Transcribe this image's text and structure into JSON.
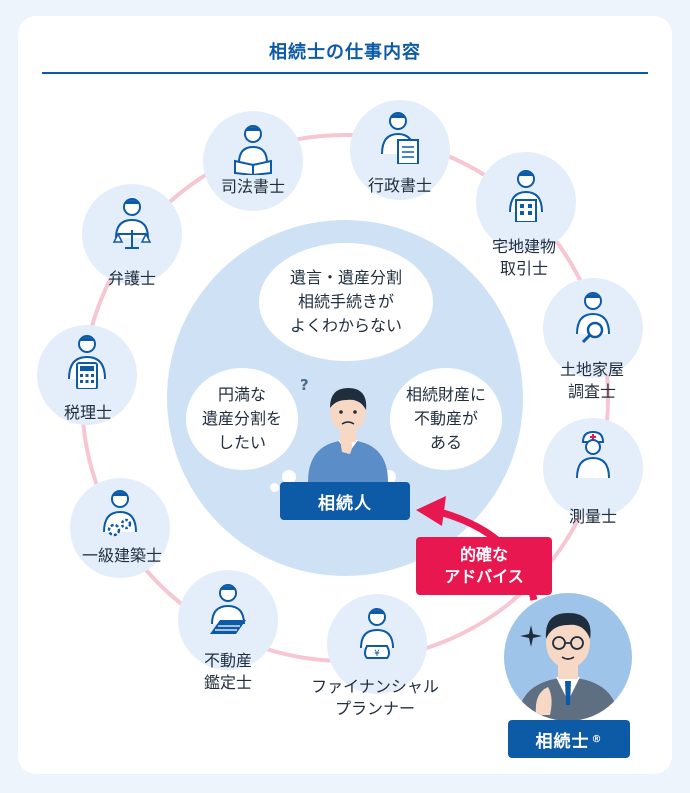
{
  "title": "相続士の仕事内容",
  "center": {
    "heir_label": "相続人",
    "question_mark": "?",
    "bubbles": {
      "top": "遺言・遺産分割\n相続手続きが\nよくわからない",
      "left": "円満な\n遺産分割を\nしたい",
      "right": "相続財産に\n不動産が\nある"
    }
  },
  "advice": {
    "line1": "的確な",
    "line2": "アドバイス"
  },
  "advisor": {
    "label": "相続士",
    "mark": "®"
  },
  "professions": [
    {
      "label": "司法書士",
      "icon": "judicial-scrivener-book-icon"
    },
    {
      "label": "行政書士",
      "icon": "administrative-scrivener-document-icon"
    },
    {
      "label": "宅地建物\n取引士",
      "icon": "real-estate-building-icon"
    },
    {
      "label": "土地家屋\n調査士",
      "icon": "land-surveyor-magnifier-icon"
    },
    {
      "label": "測量士",
      "icon": "surveyor-helmet-icon"
    },
    {
      "label": "ファイナンシャル\nプランナー",
      "icon": "financial-planner-money-icon"
    },
    {
      "label": "不動産\n鑑定士",
      "icon": "appraiser-roof-icon"
    },
    {
      "label": "一級建築士",
      "icon": "architect-gear-icon"
    },
    {
      "label": "税理士",
      "icon": "tax-accountant-calculator-icon"
    },
    {
      "label": "弁護士",
      "icon": "lawyer-scales-icon"
    }
  ],
  "colors": {
    "brand_blue": "#0d5aa7",
    "accent_red": "#e8174f",
    "ring_pink": "#f6c7d2",
    "node_bg": "#e4eefa",
    "center_bg": "#cfe2f5"
  }
}
